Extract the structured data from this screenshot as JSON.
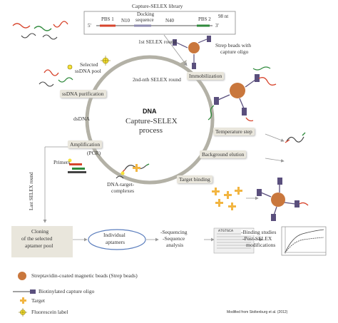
{
  "library": {
    "title": "Capture-SELEX library",
    "five_prime": "5'",
    "pbs1": "PBS 1",
    "n10": "N10",
    "docking": "Docking\nsequence",
    "docking_l1": "Docking",
    "docking_l2": "sequence",
    "n40": "N40",
    "pbs2": "PBS 2",
    "length": "98 nt",
    "three_prime": "3'"
  },
  "labels": {
    "first_round": "1st SELEX round",
    "strep_beads": "Strep beads with",
    "capture_oligo": "capture oligo",
    "selected_pool_l1": "Selected",
    "selected_pool_l2": "ssDNA pool",
    "rounds": "2nd-nth SELEX round",
    "dsdna": "dsDNA",
    "primers": "Primers",
    "dna_target_l1": "DNA-target-",
    "dna_target_l2": "complexes",
    "last_round": "Last SELEX round",
    "center_title": "DNA",
    "center_l1": "Capture-SELEX",
    "center_l2": "process"
  },
  "steps": {
    "ssdna_purification": "ssDNA purification",
    "immobilization": "Immobilization",
    "amplification": "Amplification",
    "pcr": "(PCR)",
    "temperature": "Temperature step",
    "background": "Background elution",
    "target_binding": "Target binding"
  },
  "bottom": {
    "cloning_l1": "Cloning",
    "cloning_l2": "of the selected",
    "cloning_l3": "aptamer pool",
    "individual_l1": "Individual",
    "individual_l2": "aptamers",
    "seq_l1": "-Sequencing",
    "seq_l2": "-Sequence",
    "seq_l3": "analysis",
    "binding_l1": "-Binding studies",
    "binding_l2": "-Post-SELEX",
    "binding_l3": "modifications",
    "gel_text": "ATGTGCA"
  },
  "legend": {
    "strep": "Streptavidin-coated magnetic beads (Strep beads)",
    "oligo": "Biotinylated capture oligo",
    "target": "Target",
    "fluorescein": "Fluorescein label",
    "credit": "Modified from Stoltenburg et al. (2012)"
  },
  "colors": {
    "circle": "#b3b1a6",
    "bead": "#c9773d",
    "bead_spike": "#8a4a20",
    "oligo": "#5a4f7d",
    "target": "#f2b541",
    "dna_red": "#d7442c",
    "dna_green": "#2f8a3c",
    "fluor": "#f6e13a",
    "step_box": "#e9e6dc"
  }
}
